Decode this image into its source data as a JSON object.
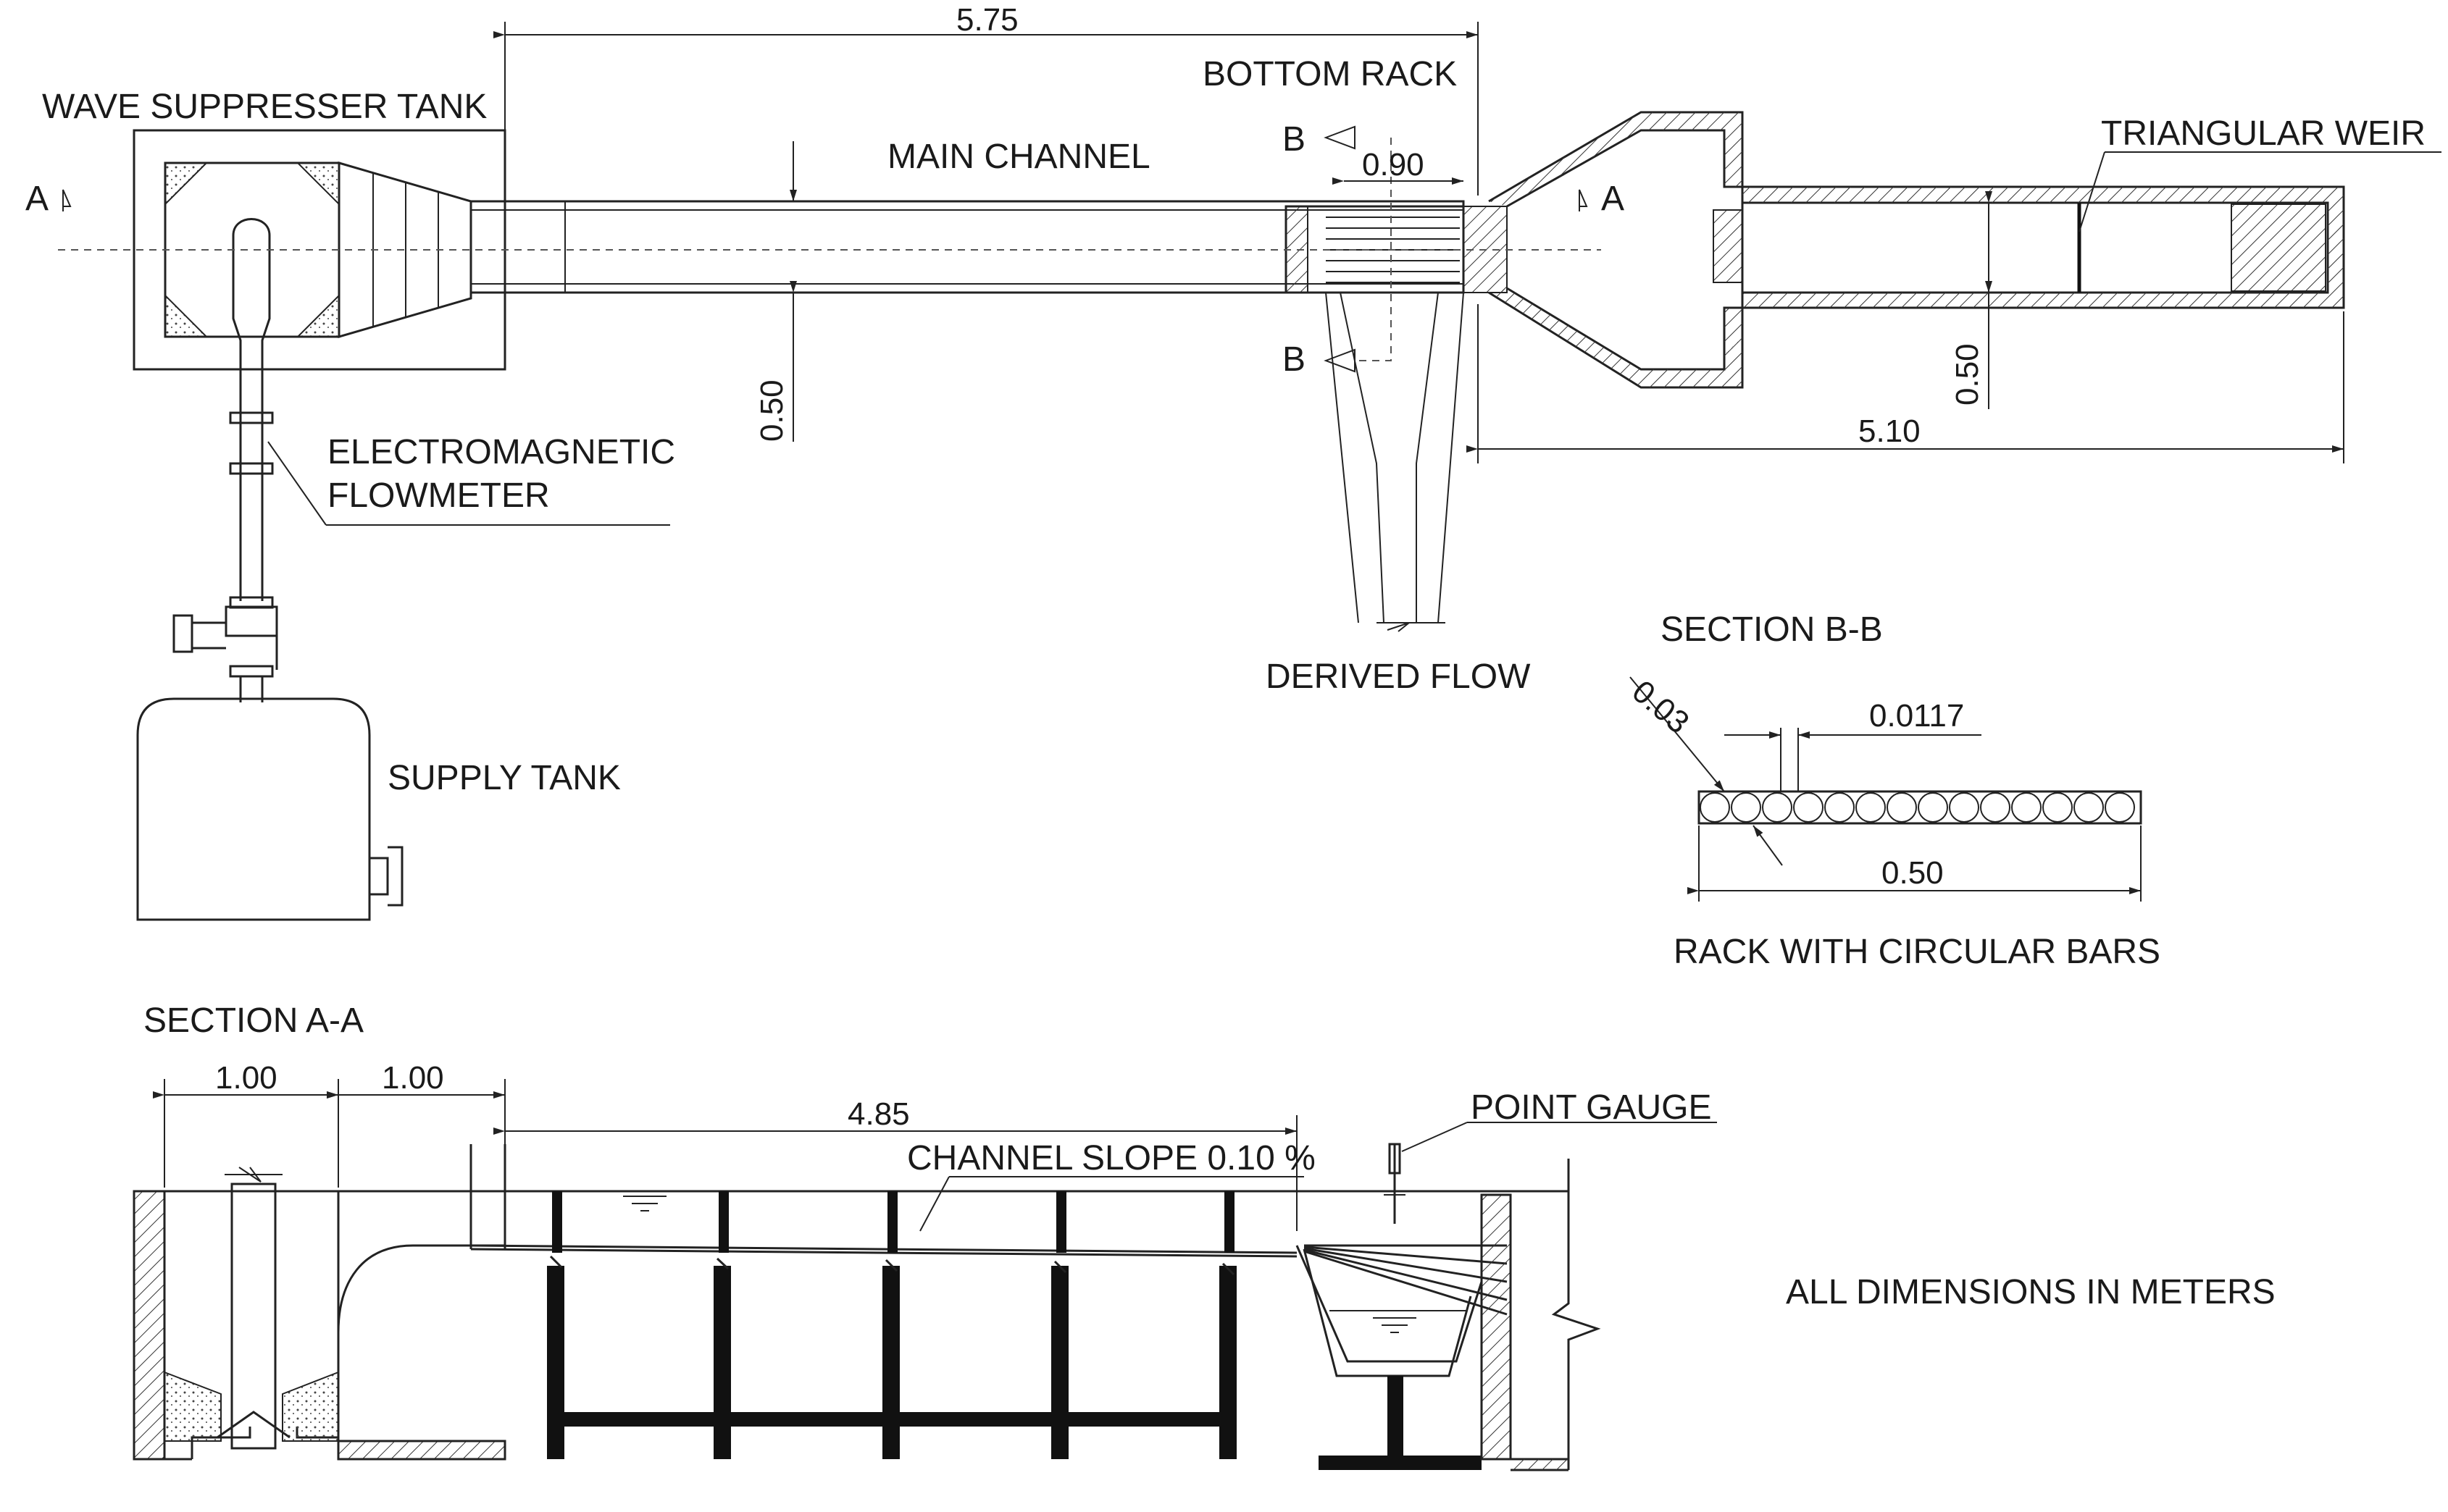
{
  "labels": {
    "wave_suppresser_tank": "WAVE SUPPRESSER TANK",
    "main_channel": "MAIN CHANNEL",
    "bottom_rack": "BOTTOM RACK",
    "triangular_weir": "TRIANGULAR WEIR",
    "electromagnetic": "ELECTROMAGNETIC",
    "flowmeter": "FLOWMETER",
    "supply_tank": "SUPPLY TANK",
    "derived_flow": "DERIVED FLOW",
    "section_bb": "SECTION B-B",
    "rack_circular_bars": "RACK WITH CIRCULAR BARS",
    "section_aa": "SECTION A-A",
    "point_gauge": "POINT GAUGE",
    "channel_slope": "CHANNEL SLOPE 0.10 %",
    "all_dimensions": "ALL DIMENSIONS IN METERS",
    "sec_a_left": "A",
    "sec_a_right": "A",
    "sec_b_top": "B",
    "sec_b_bottom": "B"
  },
  "dimensions": {
    "overall_length": "5.75",
    "rack_length": "0.90",
    "channel_width": "0.50",
    "outlet_length": "5.10",
    "outlet_width": "0.50",
    "bar_spacing": "0.03",
    "bar_diameter": "0.0117",
    "rack_width": "0.50",
    "tank_width_1": "1.00",
    "tank_width_2": "1.00",
    "channel_length": "4.85"
  },
  "colors": {
    "line": "#222222",
    "fill_dark": "#111111",
    "background": "#ffffff"
  }
}
